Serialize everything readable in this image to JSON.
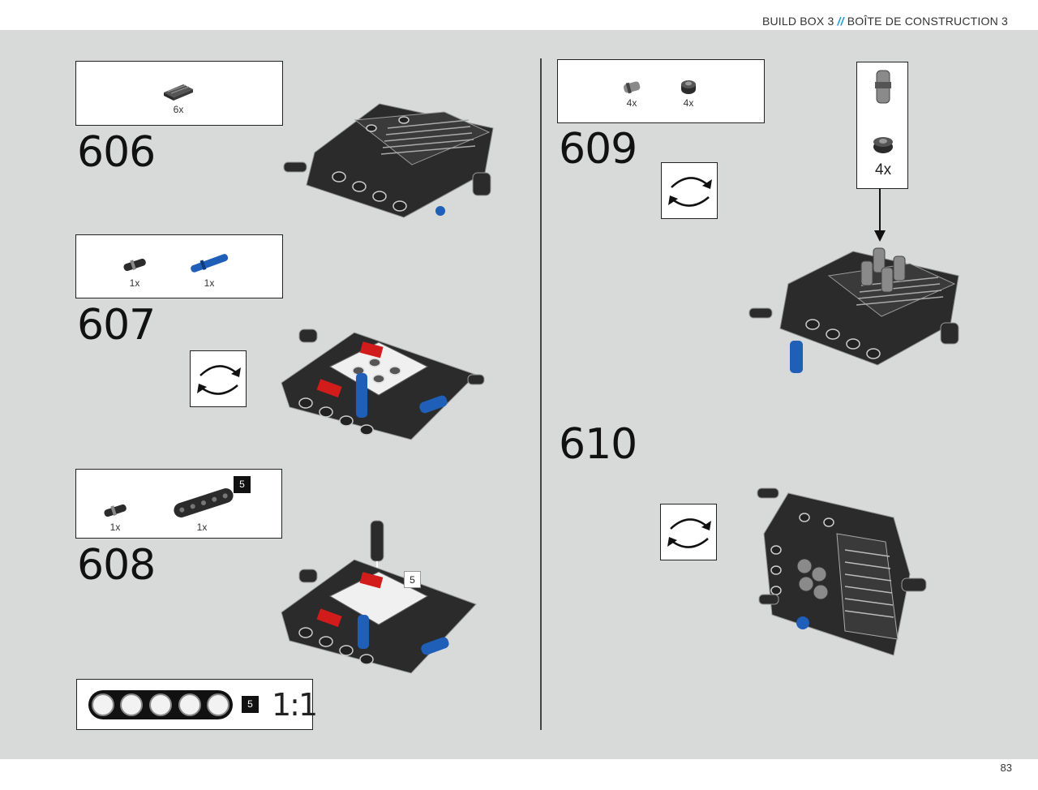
{
  "header": {
    "left": "BUILD BOX 3",
    "separator": "//",
    "right": "BOÎTE DE CONSTRUCTION 3"
  },
  "page_number": "83",
  "steps": [
    {
      "number": "606",
      "parts": [
        {
          "qty": "6x",
          "icon": "flat-tile-icon"
        }
      ]
    },
    {
      "number": "607",
      "parts": [
        {
          "qty": "1x",
          "icon": "black-connector-pin-icon"
        },
        {
          "qty": "1x",
          "icon": "blue-axle-pin-icon"
        }
      ]
    },
    {
      "number": "608",
      "parts": [
        {
          "qty": "1x",
          "icon": "black-connector-pin-icon"
        },
        {
          "qty": "1x",
          "icon": "beam-icon",
          "badge": "5"
        }
      ],
      "callout_badge": "5"
    },
    {
      "number": "609",
      "parts": [
        {
          "qty": "4x",
          "icon": "gray-bush-icon"
        },
        {
          "qty": "4x",
          "icon": "round-cap-icon"
        }
      ],
      "subassembly_qty": "4x"
    },
    {
      "number": "610"
    }
  ],
  "scale_box": {
    "badge": "5",
    "label": "1:1"
  },
  "colors": {
    "background": "#d8dad9",
    "accent": "#1a9ad6",
    "part_black": "#2b2b2b",
    "part_blue": "#1f5fb8",
    "part_red": "#d21c1c"
  }
}
